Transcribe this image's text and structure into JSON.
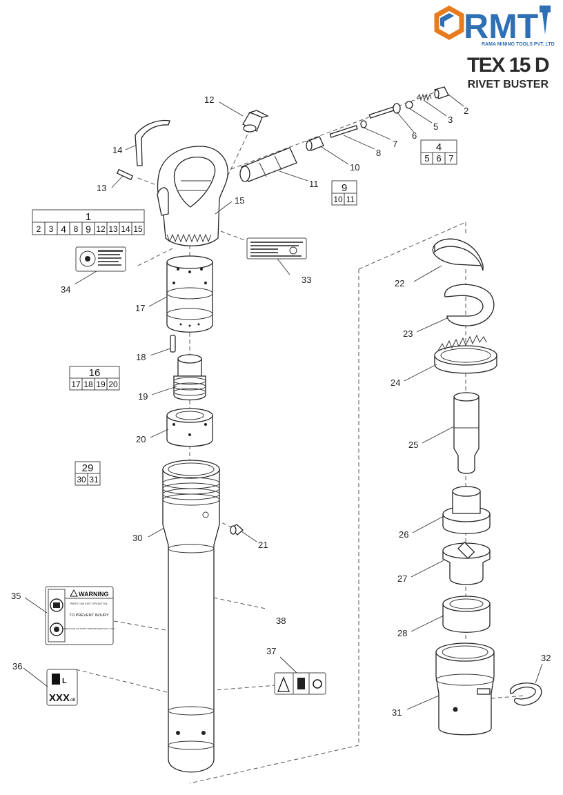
{
  "brand": {
    "logo_text": "RMT",
    "company": "RAMA MINING TOOLS PVT. LTD",
    "colors": {
      "orange": "#e87b1e",
      "blue": "#2f6fb3"
    }
  },
  "product": {
    "model": "TEX 15 D",
    "name": "RIVET BUSTER"
  },
  "callouts": [
    "2",
    "3",
    "5",
    "6",
    "7",
    "8",
    "10",
    "11",
    "12",
    "13",
    "14",
    "15",
    "17",
    "18",
    "19",
    "20",
    "21",
    "22",
    "23",
    "24",
    "25",
    "26",
    "27",
    "28",
    "30",
    "31",
    "32",
    "33",
    "34",
    "35",
    "36",
    "37",
    "38"
  ],
  "kits": [
    {
      "id": "1",
      "parts": [
        "2",
        "3",
        "4",
        "8",
        "9",
        "12",
        "13",
        "14",
        "15"
      ]
    },
    {
      "id": "4",
      "parts": [
        "5",
        "6",
        "7"
      ]
    },
    {
      "id": "9",
      "parts": [
        "10",
        "11"
      ]
    },
    {
      "id": "16",
      "parts": [
        "17",
        "18",
        "19",
        "20"
      ]
    },
    {
      "id": "29",
      "parts": [
        "30",
        "31"
      ]
    }
  ],
  "decals": {
    "warning": {
      "title": "WARNING",
      "line1": "PARTS CAN EJECT FROM TOOL",
      "line2": "TO PREVENT INJURY",
      "line3": "DISENGAGE AIR SUPPLY BEFORE REMOVING TOOL"
    },
    "noise": {
      "value": "XXX",
      "unit": "dB"
    }
  }
}
